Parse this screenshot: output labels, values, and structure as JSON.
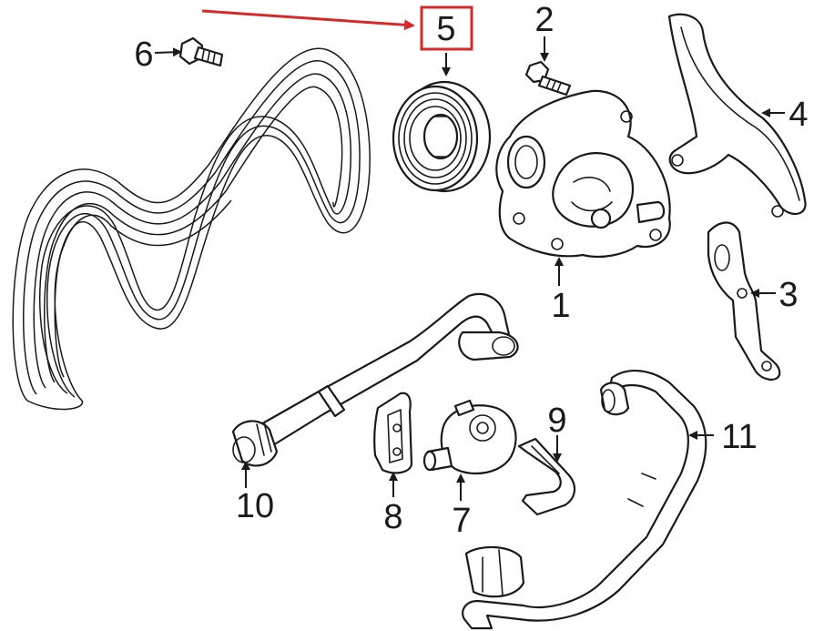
{
  "diagram": {
    "highlight_color": "#d42a2a",
    "line_color": "#1a1a1a",
    "callouts": [
      {
        "id": "1",
        "label": "1"
      },
      {
        "id": "2",
        "label": "2"
      },
      {
        "id": "3",
        "label": "3"
      },
      {
        "id": "4",
        "label": "4"
      },
      {
        "id": "5",
        "label": "5",
        "highlighted": true
      },
      {
        "id": "6",
        "label": "6"
      },
      {
        "id": "7",
        "label": "7"
      },
      {
        "id": "8",
        "label": "8"
      },
      {
        "id": "9",
        "label": "9"
      },
      {
        "id": "10",
        "label": "10"
      },
      {
        "id": "11",
        "label": "11"
      }
    ]
  }
}
